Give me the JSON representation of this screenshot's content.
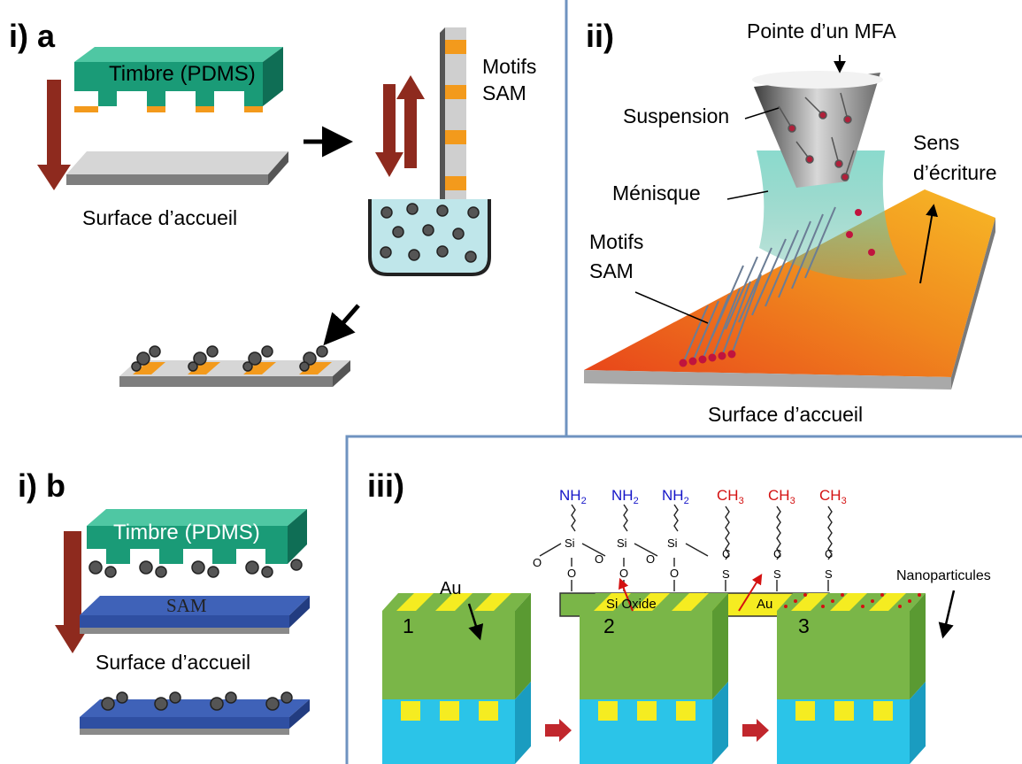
{
  "panels": {
    "i_a": "i) a",
    "ii": "ii)",
    "i_b": "i) b",
    "iii": "iii)"
  },
  "panel_ia": {
    "stamp": "Timbre (PDMS)",
    "target_surface": "Surface d’accueil",
    "sam_patterns": [
      "Motifs",
      "SAM"
    ]
  },
  "panel_ii": {
    "tip": "Pointe d’un MFA",
    "suspension": "Suspension",
    "writing_direction": [
      "Sens",
      "d’écriture"
    ],
    "meniscus": "Ménisque",
    "sam_patterns": [
      "Motifs",
      "SAM"
    ],
    "target_surface": "Surface d’accueil"
  },
  "panel_ib": {
    "stamp": "Timbre (PDMS)",
    "sam_layer": "SAM",
    "target_surface": "Surface d’accueil"
  },
  "panel_iii": {
    "amine_group": "NH",
    "amine_sub": "2",
    "methyl_group": "CH",
    "methyl_sub": "3",
    "silicon": "Si",
    "sulfur": "S",
    "carbon": "C",
    "oxygen": "O",
    "substrate_si": "Si Oxide",
    "substrate_au": "Au",
    "gold_label": "Au",
    "nanoparticles": "Nanoparticules",
    "steps": [
      "1",
      "2",
      "3"
    ]
  },
  "colors": {
    "stamp_green": "#1a9b77",
    "stamp_orange": "#f39a1c",
    "arrow_red": "#8e2a1e",
    "divider_blue": "#6f93c0",
    "sam_blue": "#2f4fa2",
    "gold": "#f5ec21",
    "block_green": "#7ab648",
    "block_cyan": "#2bc4e8",
    "amine_blue": "#1515c8",
    "methyl_red": "#d41111"
  }
}
